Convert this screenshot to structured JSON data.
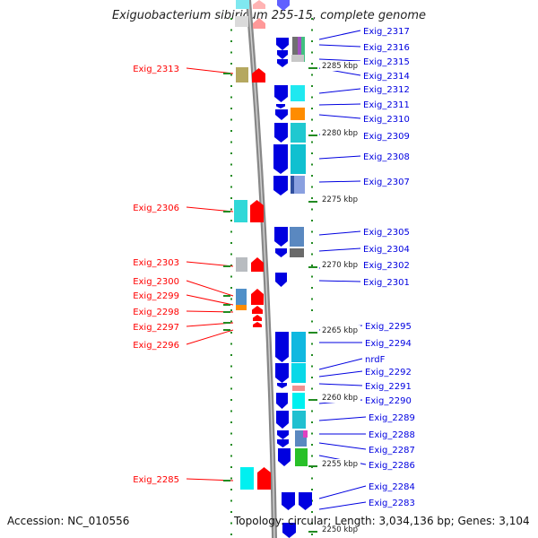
{
  "title": "Exiguobacterium sibiricum 255-15, complete genome",
  "footer": {
    "accession": "Accession: NC_010556",
    "topology": "Topology: circular; Length: 3,034,136 bp; Genes: 3,104"
  },
  "kbp_labels": [
    "2285 kbp",
    "2280 kbp",
    "2275 kbp",
    "2270 kbp",
    "2265 kbp",
    "2260 kbp",
    "2255 kbp",
    "2250 kbp"
  ],
  "colors": {
    "forward_strand": "#ff0000",
    "reverse_strand": "#0000e0",
    "backbone": "#888888",
    "ticks": "#228b22"
  },
  "left_genes": [
    "Exig_2313",
    "Exig_2306",
    "Exig_2303",
    "Exig_2300",
    "Exig_2299",
    "Exig_2298",
    "Exig_2297",
    "Exig_2296",
    "Exig_2285"
  ],
  "right_genes": [
    "Exig_2317",
    "Exig_2316",
    "Exig_2315",
    "Exig_2314",
    "Exig_2312",
    "Exig_2311",
    "Exig_2310",
    "Exig_2309",
    "Exig_2308",
    "Exig_2307",
    "Exig_2305",
    "Exig_2304",
    "Exig_2302",
    "Exig_2301",
    "Exig_2295",
    "Exig_2294",
    "nrdF",
    "Exig_2292",
    "Exig_2291",
    "Exig_2290",
    "Exig_2289",
    "Exig_2288",
    "Exig_2287",
    "Exig_2286",
    "Exig_2284",
    "Exig_2283"
  ]
}
